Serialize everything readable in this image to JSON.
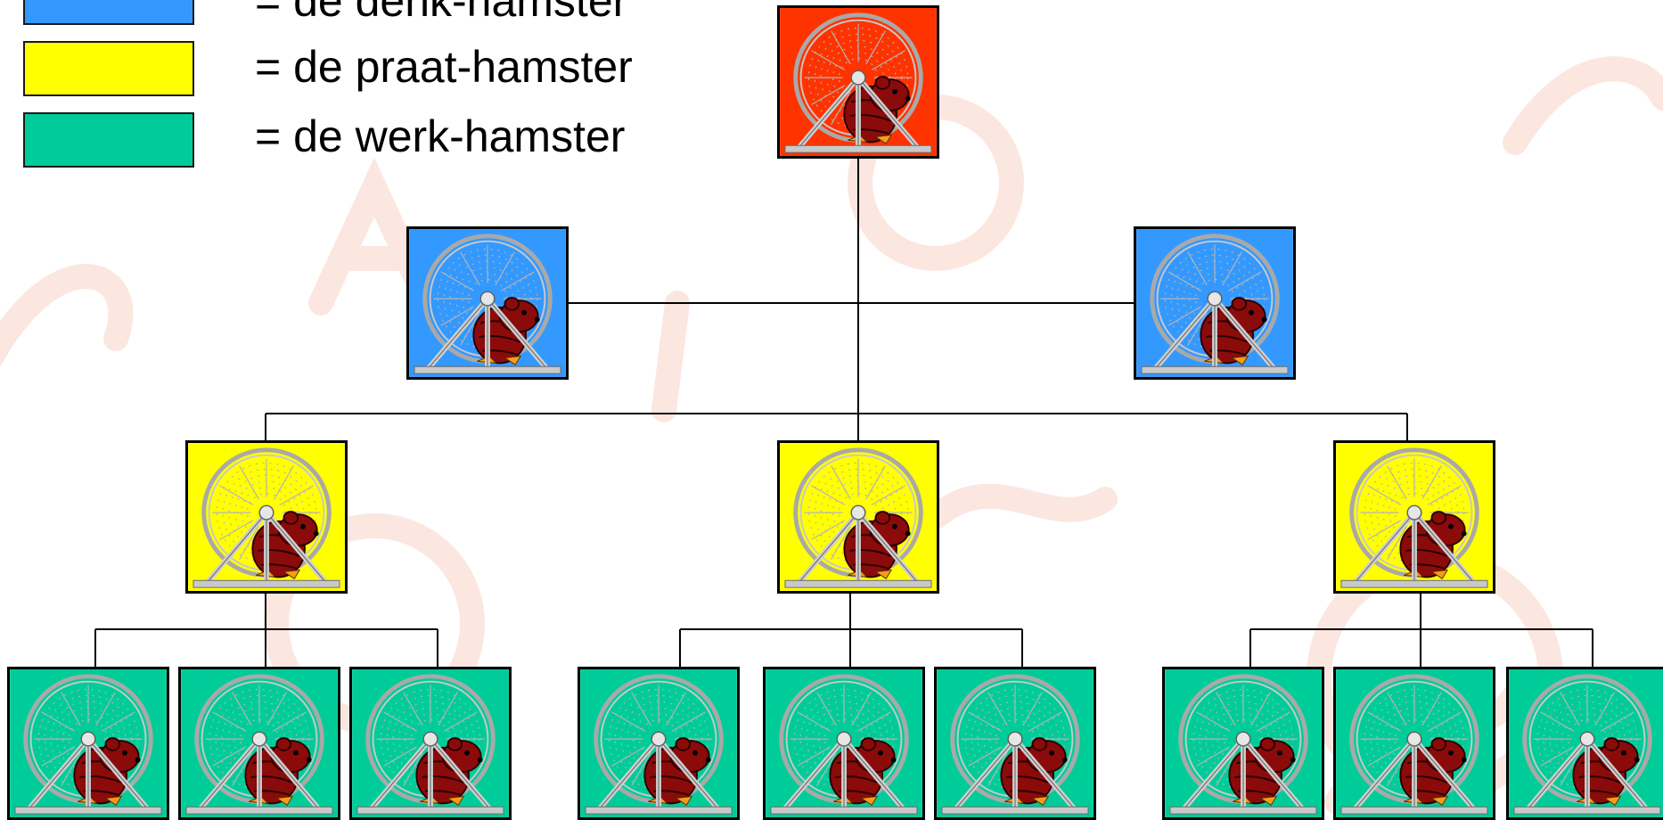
{
  "colors": {
    "leader": "#ff3300",
    "denk": "#3399ff",
    "praat": "#ffff00",
    "werk": "#00cc99",
    "watermark": "#fbe7e0"
  },
  "legend": [
    {
      "key": "denk",
      "label": "= de denk-hamster"
    },
    {
      "key": "praat",
      "label": "= de praat-hamster"
    },
    {
      "key": "werk",
      "label": "= de werk-hamster"
    }
  ],
  "nodes": {
    "leader": {
      "role": "leader",
      "icon": "hamster-wheel-icon"
    },
    "denk": [
      {
        "role": "denk"
      },
      {
        "role": "denk"
      }
    ],
    "praat": [
      {
        "role": "praat"
      },
      {
        "role": "praat"
      },
      {
        "role": "praat"
      }
    ],
    "werk": [
      {
        "role": "werk"
      },
      {
        "role": "werk"
      },
      {
        "role": "werk"
      },
      {
        "role": "werk"
      },
      {
        "role": "werk"
      },
      {
        "role": "werk"
      },
      {
        "role": "werk"
      },
      {
        "role": "werk"
      },
      {
        "role": "werk"
      }
    ]
  }
}
